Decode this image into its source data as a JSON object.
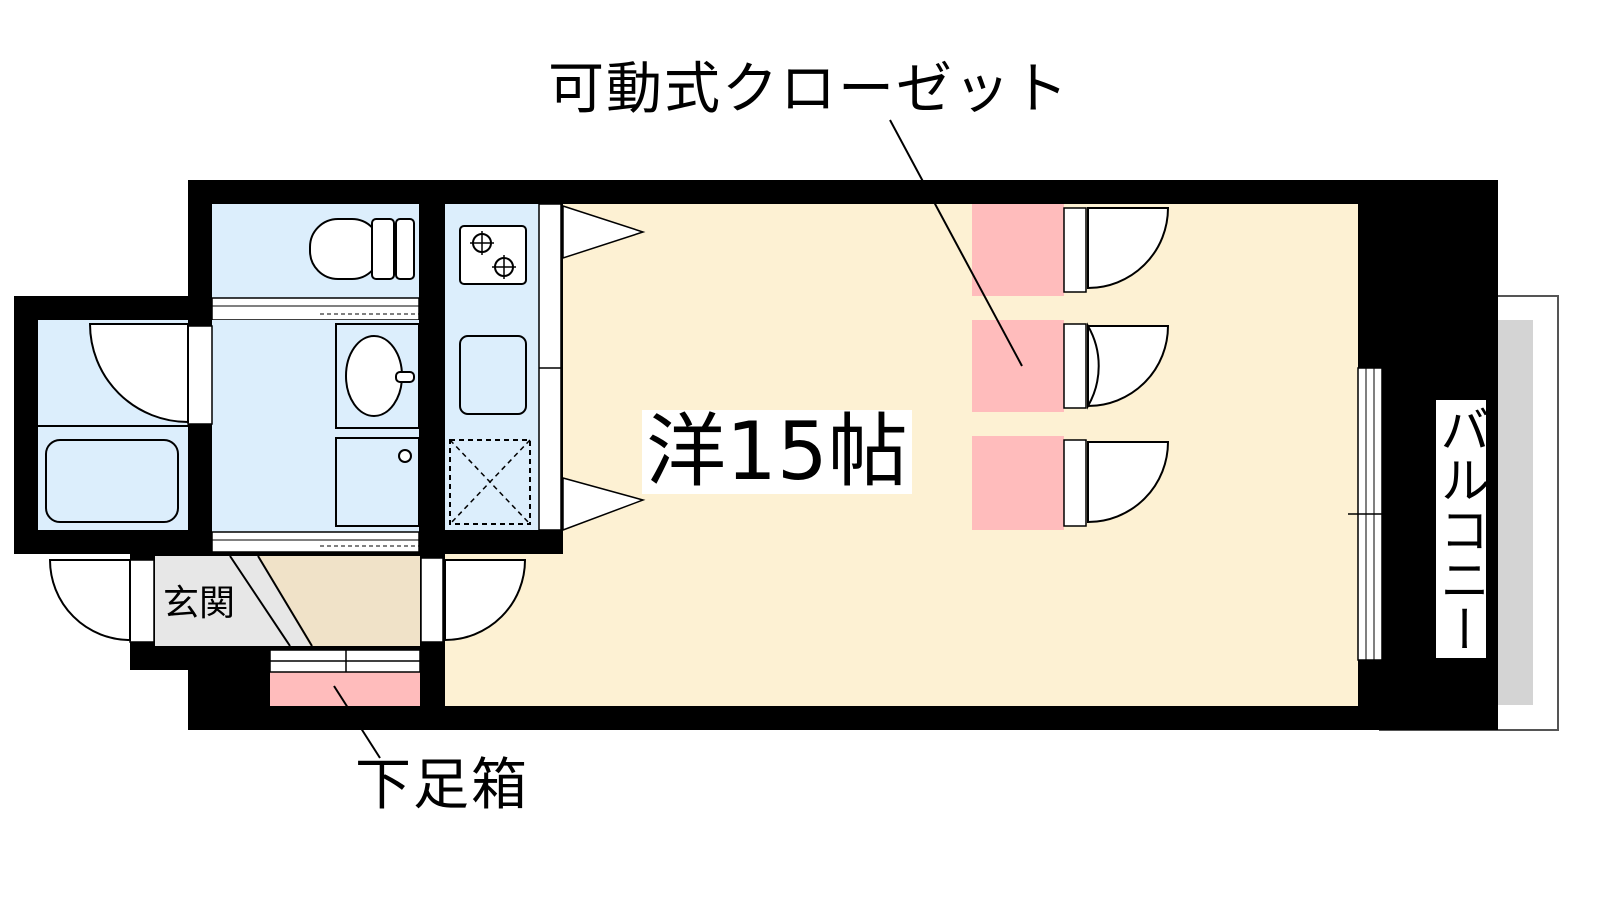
{
  "labels": {
    "movable_closet": "可動式クローゼット",
    "western_room": "洋15帖",
    "entrance": "玄関",
    "shoe_box": "下足箱",
    "balcony": "バルコニー"
  },
  "colors": {
    "wall": "#000000",
    "room_floor": "#fdf1d3",
    "wet_area": "#dceefc",
    "closet": "#ffbcbc",
    "entrance_floor": "#e7e7e7",
    "entrance_step": "#f0e2c8",
    "balcony": "#d4d4d4"
  }
}
